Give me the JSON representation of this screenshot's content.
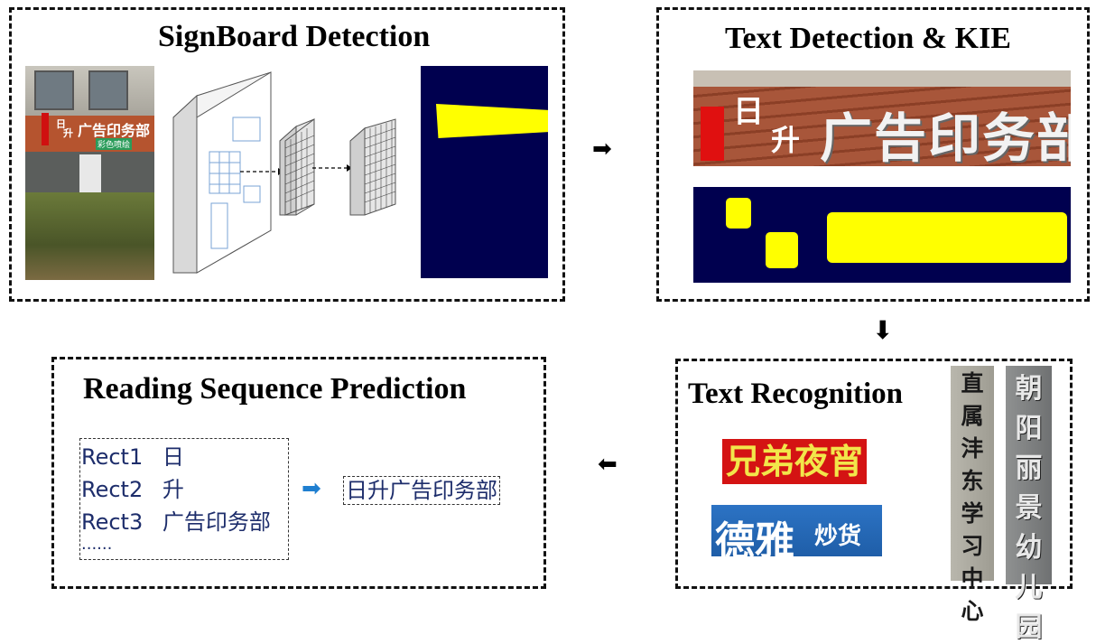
{
  "panels": {
    "signboard": {
      "title": "SignBoard Detection"
    },
    "textdet": {
      "title": "Text Detection & KIE"
    },
    "recog": {
      "title": "Text Recognition"
    },
    "reading": {
      "title": "Reading Sequence Prediction"
    }
  },
  "photo": {
    "sign_main": "广告印务部",
    "sign_small": "日",
    "sign_small2": "升",
    "sub_sign": "彩色喷绘"
  },
  "textdet_crop": {
    "c1": "日",
    "c2": "升",
    "main": "广告印务部"
  },
  "recognition": {
    "crop1": "兄弟夜宵",
    "crop2_main": "德雅",
    "crop2_tail": "炒货",
    "vertical1": [
      "直",
      "属",
      "沣",
      "东",
      "学",
      "习",
      "中",
      "心"
    ],
    "vertical2": [
      "朝",
      "阳",
      "丽",
      "景",
      "幼",
      "儿",
      "园"
    ]
  },
  "reading": {
    "rects": [
      {
        "id": "Rect1",
        "text": "日"
      },
      {
        "id": "Rect2",
        "text": "升"
      },
      {
        "id": "Rect3",
        "text": "广告印务部"
      }
    ],
    "ellipsis": "......",
    "output": "日升广告印务部"
  },
  "arrows": {
    "right": "➡",
    "down": "⬇",
    "left": "⬅",
    "flow": "➡"
  },
  "colors": {
    "mask_bg": "#00004f",
    "mask_fg": "#ffff00",
    "text_blue": "#1d2d6b",
    "arrow_blue": "#1f7fd0"
  }
}
